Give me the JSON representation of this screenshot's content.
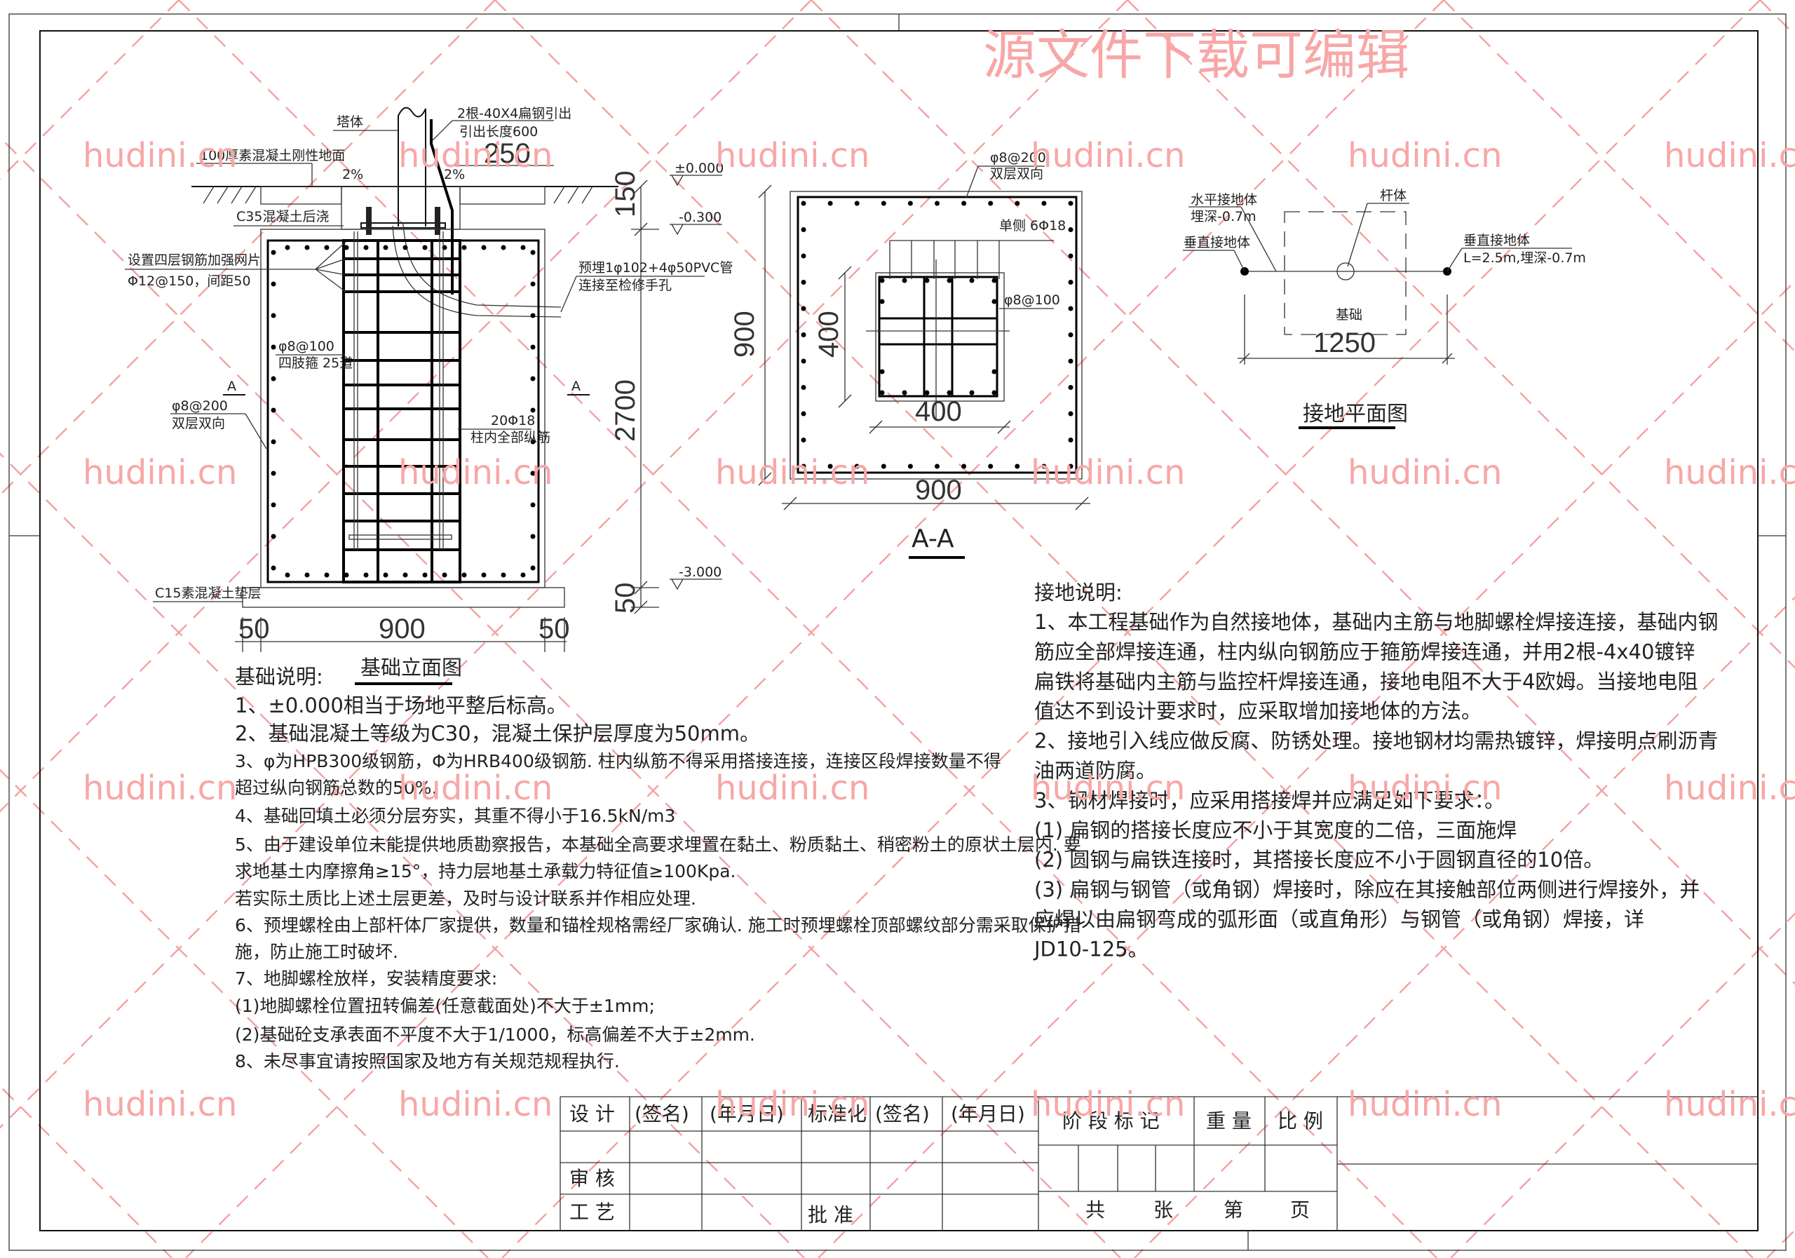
{
  "watermark": {
    "title": "源文件下载可编辑",
    "site": "hudini.cn",
    "color": "#f7a7a7"
  },
  "elevation": {
    "title": "基础立面图",
    "tower": "塔体",
    "flat_steel_1": "2根-40X4扁钢引出",
    "flat_steel_2": "引出长度600",
    "dim_250": "250",
    "slab": "100厚素混凝土刚性地面",
    "slope_left": "2%",
    "slope_right": "2%",
    "c35": "C35混凝土后浇",
    "mesh_1": "设置四层钢筋加强网片",
    "mesh_2": "Φ12@150，间距50",
    "pvc_1": "预埋1φ102+4φ50PVC管",
    "pvc_2": "连接至检修手孔",
    "stirrup_1": "φ8@100",
    "stirrup_2": "四肢箍 25道",
    "section_mark_left": "A",
    "section_mark_right": "A",
    "bar_1": "φ8@200",
    "bar_2": "双层双向",
    "long_bar_1": "20Φ18",
    "long_bar_2": "柱内全部纵筋",
    "c15": "C15素混凝土垫层",
    "elev_0": "±0.000",
    "elev_1": "-0.300",
    "elev_2": "-3.000",
    "dim_150": "150",
    "dim_2700": "2700",
    "dim_50v": "50",
    "dim_50l": "50",
    "dim_900": "900",
    "dim_50r": "50"
  },
  "section": {
    "title": "A-A",
    "bar_1": "φ8@200",
    "bar_2": "双层双向",
    "single_side": "单侧 6Φ18",
    "stirrup": "φ8@100",
    "dim_900v": "900",
    "dim_400v": "400",
    "dim_400h": "400",
    "dim_900h": "900"
  },
  "grounding_plan": {
    "title": "接地平面图",
    "horizontal_1": "水平接地体",
    "horizontal_2": "埋深-0.7m",
    "vertical_left": "垂直接地体",
    "pole": "杆体",
    "vertical_right_1": "垂直接地体",
    "vertical_right_2": "L=2.5m,埋深-0.7m",
    "foundation": "基础",
    "dim_1250": "1250"
  },
  "foundation_notes": {
    "heading": "基础说明:",
    "lines": [
      "1、±0.000相当于场地平整后标高。",
      "2、基础混凝土等级为C30，混凝土保护层厚度为50mm。",
      "3、φ为HPB300级钢筋，Φ为HRB400级钢筋. 柱内纵筋不得采用搭接连接，连接区段焊接数量不得",
      "超过纵向钢筋总数的50%.",
      "4、基础回填土必须分层夯实，其重不得小于16.5kN/m3",
      "5、由于建设单位未能提供地质勘察报告，本基础全高要求埋置在黏土、粉质黏土、稍密粉土的原状土层内. 要",
      "求地基土内摩擦角≥15°，持力层地基土承载力特征值≥100Kpa.",
      "若实际土质比上述土层更差，及时与设计联系并作相应处理.",
      "6、预埋螺栓由上部杆体厂家提供，数量和锚栓规格需经厂家确认. 施工时预埋螺栓顶部螺纹部分需采取保护措",
      "施，防止施工时破坏.",
      "7、地脚螺栓放样，安装精度要求:",
      "(1)地脚螺栓位置扭转偏差(任意截面处)不大于±1mm;",
      "(2)基础砼支承表面不平度不大于1/1000，标高偏差不大于±2mm.",
      "8、未尽事宜请按照国家及地方有关规范规程执行."
    ]
  },
  "grounding_notes": {
    "heading": "接地说明:",
    "lines": [
      "1、本工程基础作为自然接地体，基础内主筋与地脚螺栓焊接连接，基础内钢",
      "筋应全部焊接连通，柱内纵向钢筋应于箍筋焊接连通，并用2根-4x40镀锌",
      "扁铁将基础内主筋与监控杆焊接连通，接地电阻不大于4欧姆。当接地电阻",
      "值达不到设计要求时，应采取增加接地体的方法。",
      "2、接地引入线应做反腐、防锈处理。接地钢材均需热镀锌，焊接明点刷沥青",
      "油两道防腐。",
      "3、钢材焊接时，应采用搭接焊并应满足如下要求：。",
      "(1) 扁钢的搭接长度应不小于其宽度的二倍，三面施焊",
      "(2) 圆钢与扁铁连接时，其搭接长度应不小于圆钢直径的10倍。",
      "(3) 扁钢与钢管（或角钢）焊接时，除应在其接触部位两侧进行焊接外，并",
      "应焊以由扁钢弯成的弧形面（或直角形）与钢管（或角钢）焊接，详",
      "JD10-125。"
    ]
  },
  "title_block": {
    "design": "设  计",
    "sign1": "(签名)",
    "date1": "(年月日)",
    "standard": "标准化",
    "sign2": "(签名)",
    "date2": "(年月日)",
    "review": "审  核",
    "process": "工  艺",
    "approve": "批  准",
    "stage": "阶 段 标 记",
    "weight": "重 量",
    "scale": "比 例",
    "total": "共",
    "sheets": "张",
    "no": "第",
    "page": "页"
  }
}
